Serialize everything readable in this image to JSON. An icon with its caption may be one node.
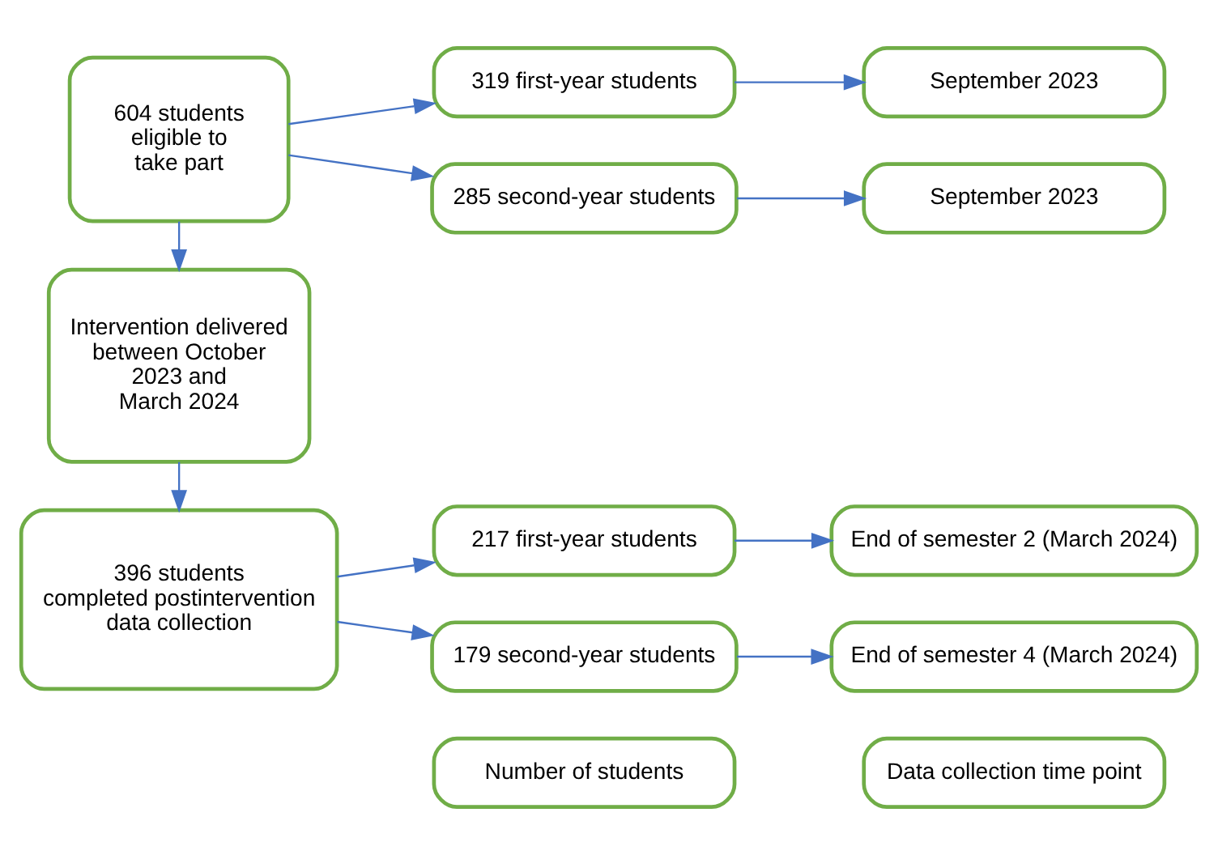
{
  "diagram": {
    "nodes": [
      {
        "text": [
          "Number of students"
        ]
      },
      {
        "text": [
          "Data collection time point"
        ]
      },
      {
        "text": [
          "604 students eligible to take part"
        ]
      },
      {
        "text": [
          "319 first-year students"
        ]
      },
      {
        "text": [
          "September 2023"
        ]
      },
      {
        "text": [
          "285 second-year students"
        ]
      },
      {
        "text": [
          "September 2023"
        ]
      },
      {
        "text": [
          "Intervention delivered between October 2023 and March 2024"
        ]
      },
      {
        "text": [
          "396 students completed postintervention data collection"
        ]
      },
      {
        "text": [
          "217 first-year students"
        ]
      },
      {
        "text": [
          "End of semester 2 (March 2024)"
        ]
      },
      {
        "text": [
          "179 second-year students"
        ]
      },
      {
        "text": [
          "End of semester 4 (March 2024)"
        ]
      }
    ],
    "edges": [
      {
        "from": 2,
        "to": 3,
        "arrow": "to"
      },
      {
        "from": 3,
        "to": 4,
        "arrow": "to"
      },
      {
        "from": 2,
        "to": 5,
        "arrow": "to"
      },
      {
        "from": 5,
        "to": 6,
        "arrow": "to"
      },
      {
        "from": 2,
        "to": 7,
        "arrow": "to"
      },
      {
        "from": 7,
        "to": 8,
        "arrow": "to"
      },
      {
        "from": 8,
        "to": 9,
        "arrow": "to"
      },
      {
        "from": 9,
        "to": 10,
        "arrow": "to"
      },
      {
        "from": 8,
        "to": 11,
        "arrow": "to"
      },
      {
        "from": 11,
        "to": 12,
        "arrow": "to"
      }
    ]
  }
}
